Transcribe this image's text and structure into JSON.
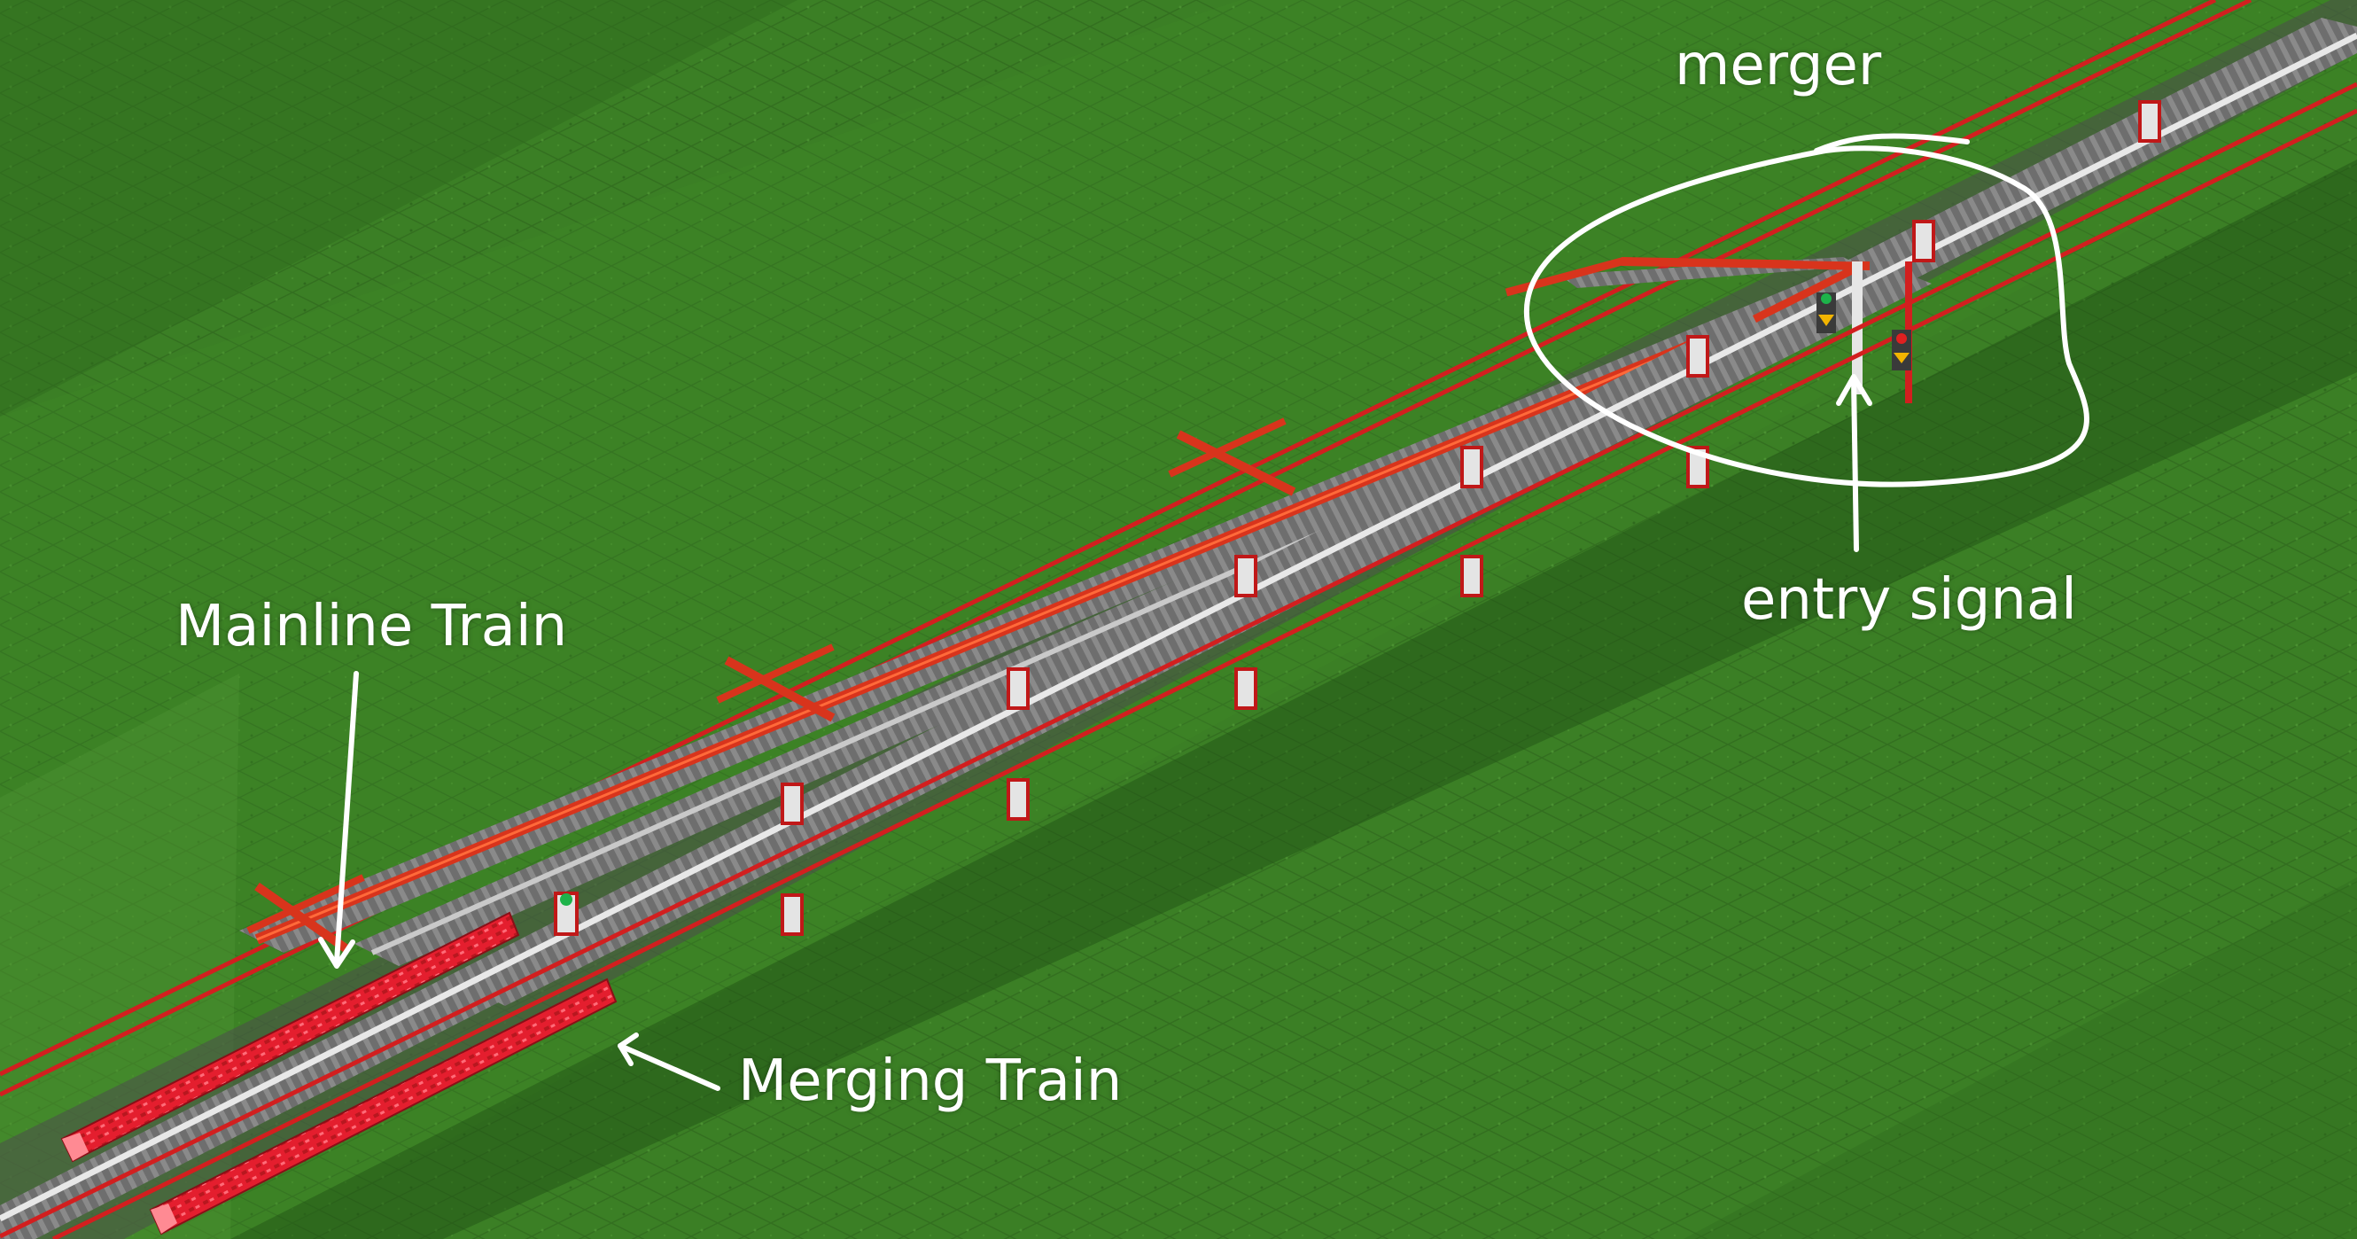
{
  "annotations": {
    "merger": "merger",
    "entry_signal": "entry signal",
    "mainline_train": "Mainline Train",
    "merging_train": "Merging Train"
  },
  "colors": {
    "grass": "#3a7d25",
    "grass_dark": "#2c6119",
    "rail_gray": "#8c8c8c",
    "path_red": "#d8341c",
    "fence_red": "#d21f1f",
    "train_red": "#e01b2a",
    "annotation_white": "#ffffff"
  },
  "icons": {
    "signal": "signal-post-icon",
    "train": "train-icon"
  }
}
